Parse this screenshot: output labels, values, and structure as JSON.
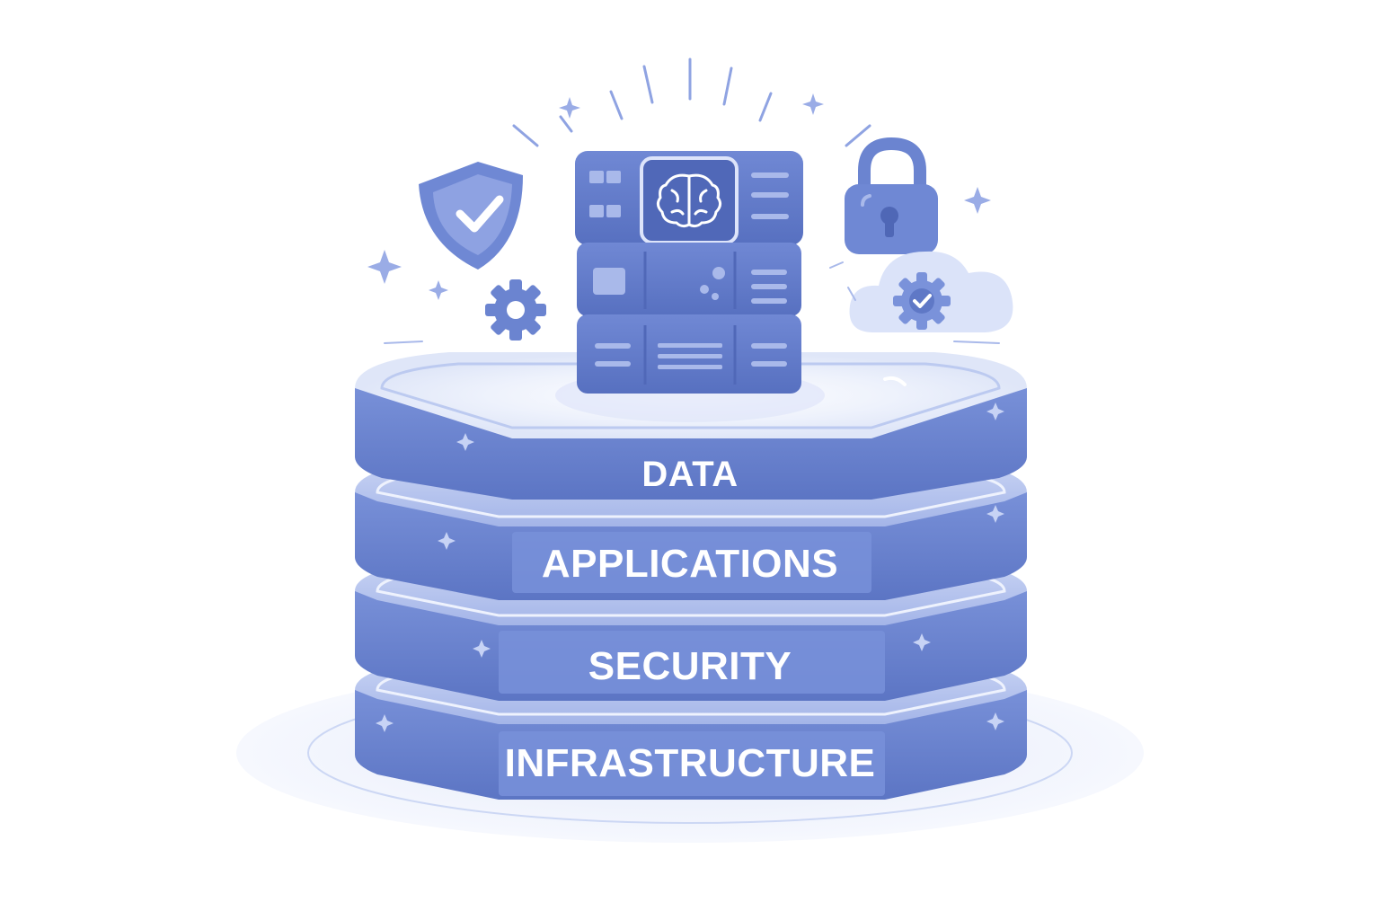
{
  "diagram": {
    "layers": [
      {
        "id": "data",
        "label": "DATA"
      },
      {
        "id": "applications",
        "label": "APPLICATIONS"
      },
      {
        "id": "security",
        "label": "SECURITY"
      },
      {
        "id": "infrastructure",
        "label": "INFRASTRUCTURE"
      }
    ],
    "icons": {
      "center": "server-rack-brain-icon",
      "left_top": "shield-check-icon",
      "left_bottom": "gear-icon",
      "right_top": "padlock-icon",
      "right_bottom": "cloud-gear-check-icon"
    },
    "colors": {
      "primary": "#6b84d0",
      "primary_dark": "#5068b8",
      "primary_light": "#a9b9ea",
      "glow": "#e8edfb",
      "text": "#ffffff"
    }
  }
}
